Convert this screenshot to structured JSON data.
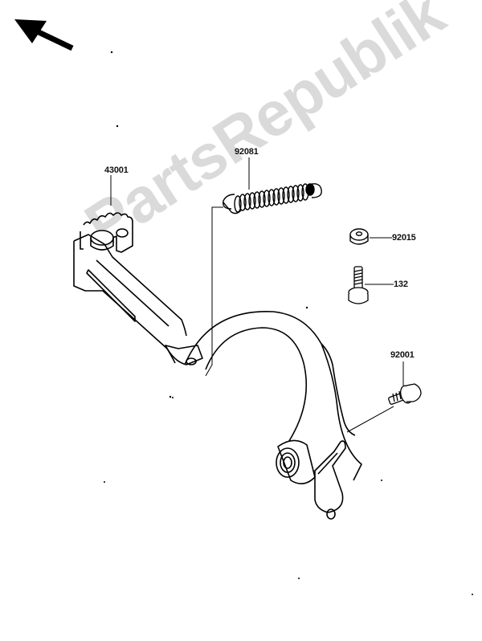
{
  "diagram": {
    "type": "exploded-parts-diagram",
    "subject": "Rear brake pedal assembly",
    "direction_indicator": "arrow-up-left-icon",
    "watermark": "PartsRepublik",
    "parts": [
      {
        "number": "43001",
        "name": "brake pedal with footrest"
      },
      {
        "number": "92081",
        "name": "return spring"
      },
      {
        "number": "92015",
        "name": "nut"
      },
      {
        "number": "132",
        "name": "bolt"
      },
      {
        "number": "92001",
        "name": "pivot bolt"
      }
    ],
    "labels": {
      "p43001": "43001",
      "p92081": "92081",
      "p92015": "92015",
      "p132": "132",
      "p92001": "92001"
    }
  }
}
